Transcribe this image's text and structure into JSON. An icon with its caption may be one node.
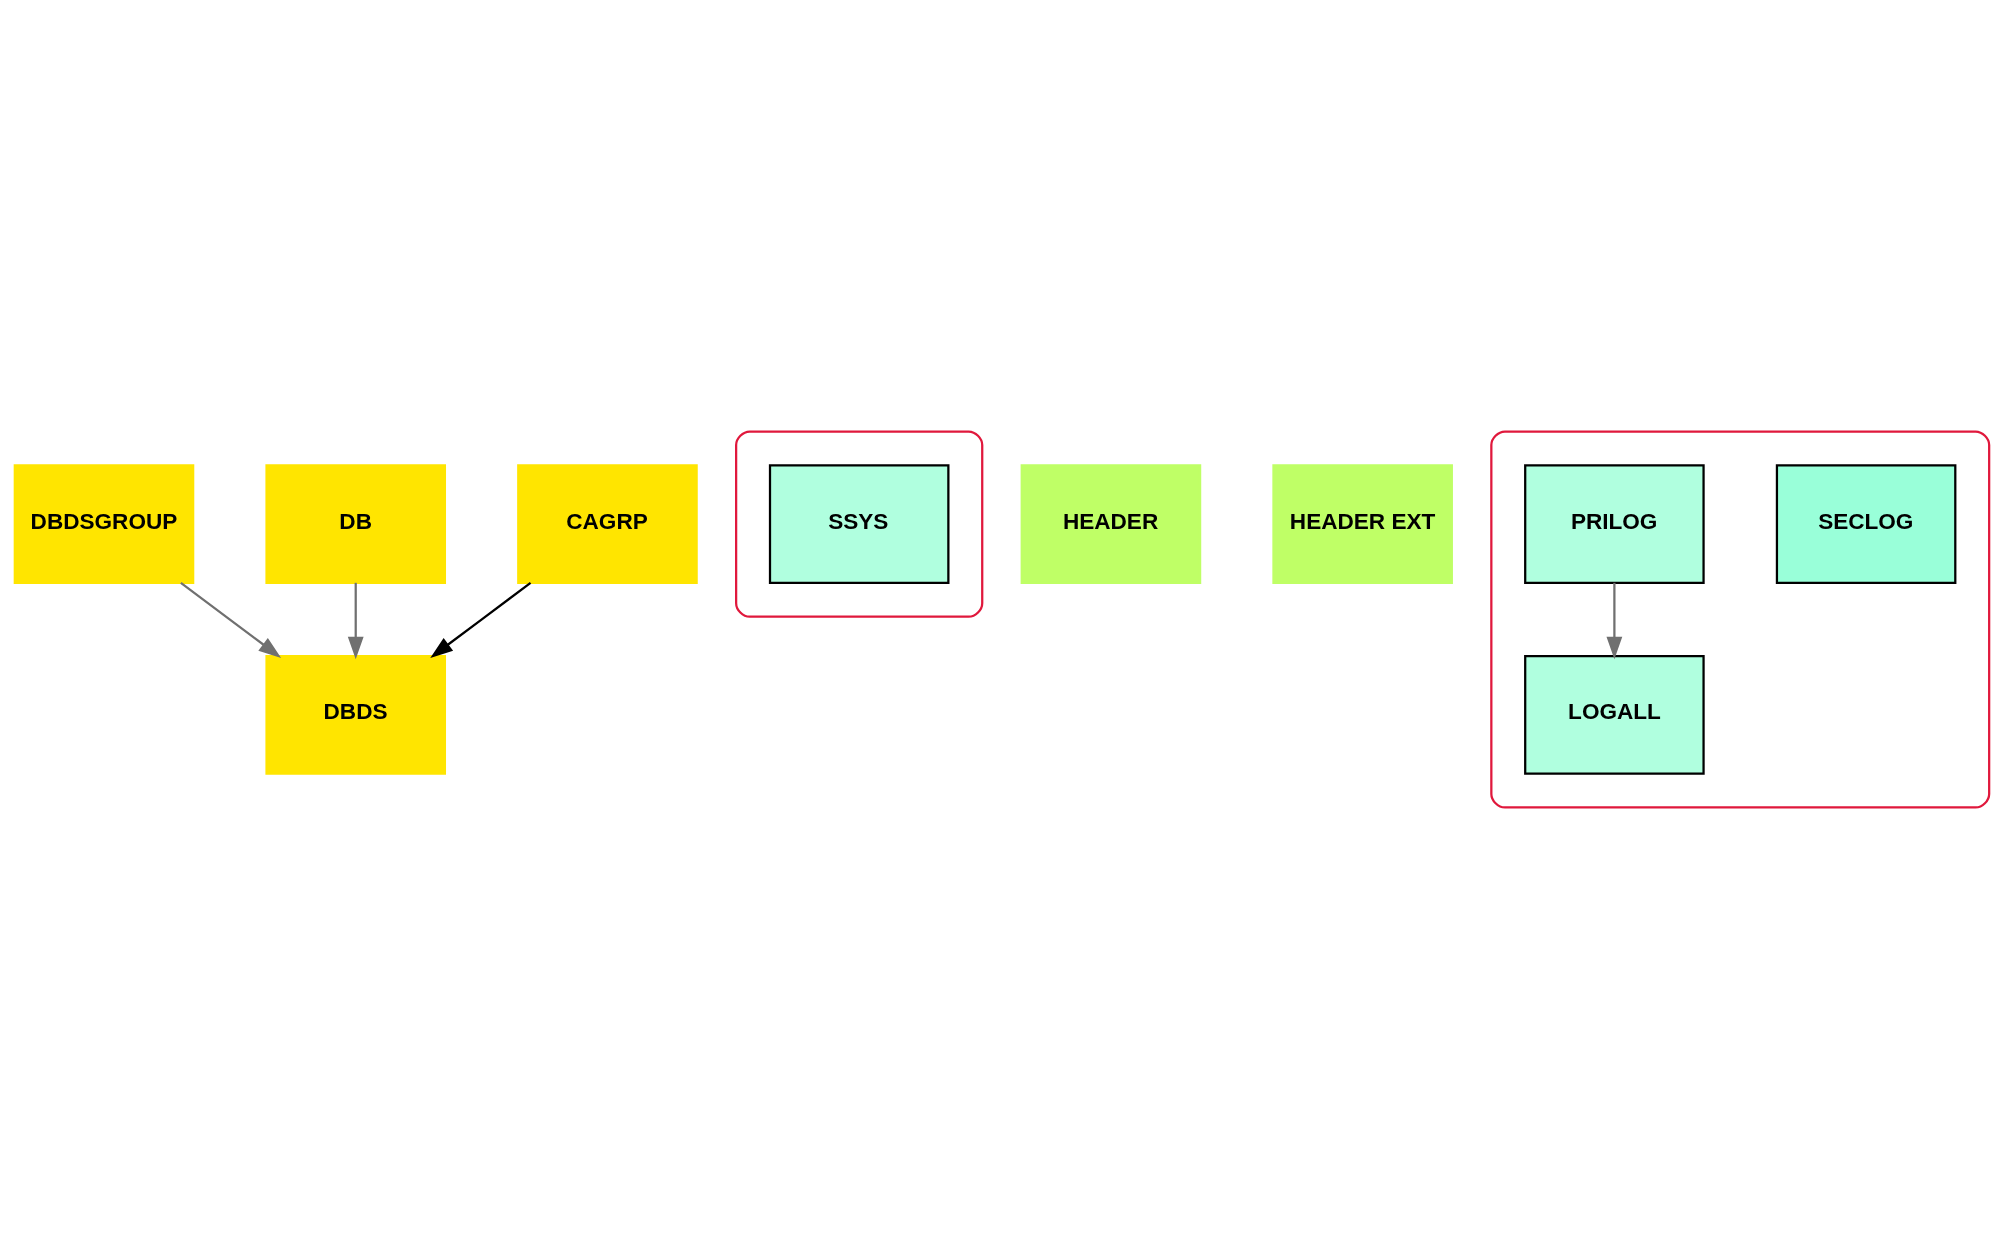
{
  "diagram": {
    "nodes": [
      {
        "text": [
          "DBDSGROUP"
        ]
      },
      {
        "text": [
          "DB"
        ]
      },
      {
        "text": [
          "DBDS"
        ]
      },
      {
        "text": [
          "CAGRP"
        ]
      },
      {
        "text": [],
        "shape": "box"
      },
      {
        "text": [
          "SSYS"
        ],
        "in": 4
      },
      {
        "text": [
          "HEADER"
        ]
      },
      {
        "text": [
          "HEADER EXT"
        ]
      },
      {
        "text": [],
        "shape": "box"
      },
      {
        "text": [
          "SECLOG"
        ],
        "in": 8
      },
      {
        "text": [
          "PRILOG"
        ],
        "in": 8
      },
      {
        "text": [
          "LOGALL"
        ],
        "in": 8
      }
    ],
    "edges": [
      {
        "from": 0,
        "to": 2,
        "arrow": "to"
      },
      {
        "from": 1,
        "to": 2,
        "arrow": "to"
      },
      {
        "from": 3,
        "to": 2,
        "arrow": "to",
        "color": "#000000"
      },
      {
        "from": 10,
        "to": 11,
        "arrow": "to"
      }
    ]
  }
}
